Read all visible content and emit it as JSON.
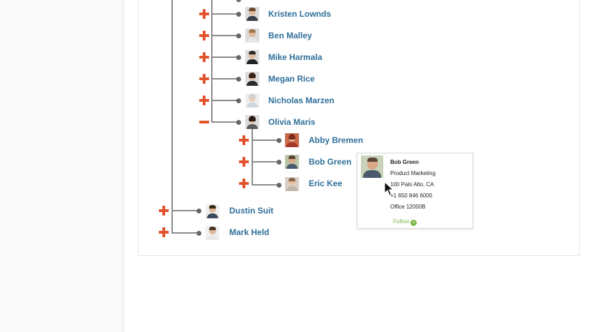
{
  "tree": {
    "level2": [
      {
        "name": "Kristen Lownds",
        "expanded": false
      },
      {
        "name": "Ben Malley",
        "expanded": false
      },
      {
        "name": "Mike Harmala",
        "expanded": false
      },
      {
        "name": "Megan Rice",
        "expanded": false
      },
      {
        "name": "Nicholas Marzen",
        "expanded": false
      },
      {
        "name": "Olivia Maris",
        "expanded": true
      }
    ],
    "level3": [
      {
        "name": "Abby Bremen",
        "expanded": false
      },
      {
        "name": "Bob Green",
        "expanded": false
      },
      {
        "name": "Eric Kee",
        "expanded": false
      }
    ],
    "level1": [
      {
        "name": "Dustin Suit",
        "expanded": false
      },
      {
        "name": "Mark Held",
        "expanded": false
      }
    ]
  },
  "hovercard": {
    "name": "Bob Green",
    "title": "Product Marketing",
    "location": "100 Palo Alto, CA",
    "phone": "+1 650 846 6000",
    "office": "Office 12000B",
    "follow_label": "Follow"
  },
  "colors": {
    "link": "#2e6f9a",
    "toggle": "#e2522c",
    "follow": "#7ab648"
  }
}
